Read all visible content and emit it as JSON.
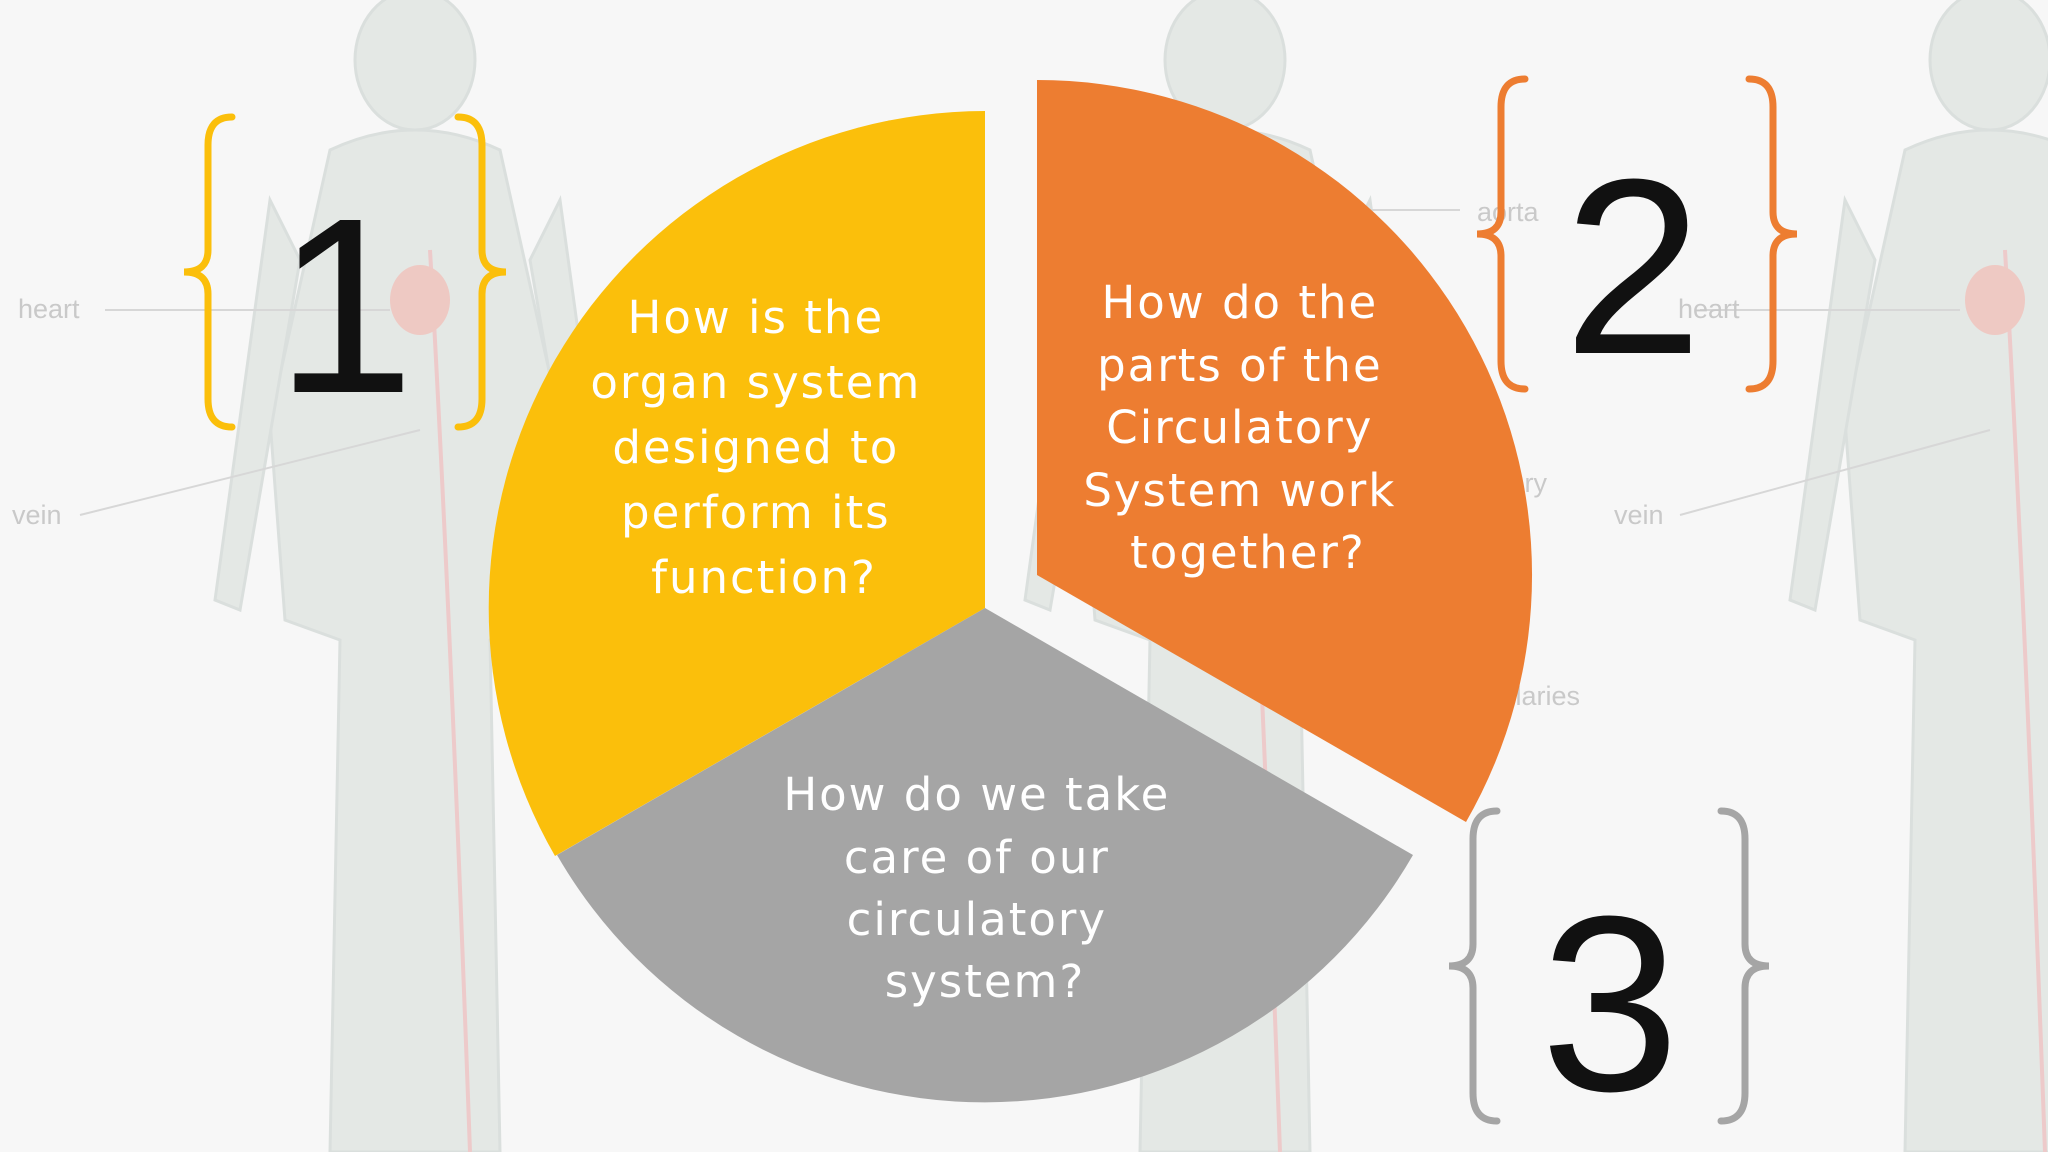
{
  "background": {
    "labels": {
      "heart": "heart",
      "vein": "vein",
      "aorta": "aorta",
      "artery": "artery",
      "capillaries": "capillaries"
    }
  },
  "segments": [
    {
      "number": "1",
      "color": "#fbbf0b",
      "bracket_color": "#fbbf0b",
      "lines": [
        "How is the",
        "organ system",
        "designed to",
        "perform its",
        "function?"
      ]
    },
    {
      "number": "2",
      "color": "#ed7d31",
      "bracket_color": "#ed7d31",
      "lines": [
        "How do the",
        "parts of the",
        "Circulatory",
        "System work",
        "together?"
      ]
    },
    {
      "number": "3",
      "color": "#a5a5a5",
      "bracket_color": "#a5a5a5",
      "lines": [
        "How do we take",
        "care of our",
        "circulatory",
        "system?"
      ]
    }
  ]
}
